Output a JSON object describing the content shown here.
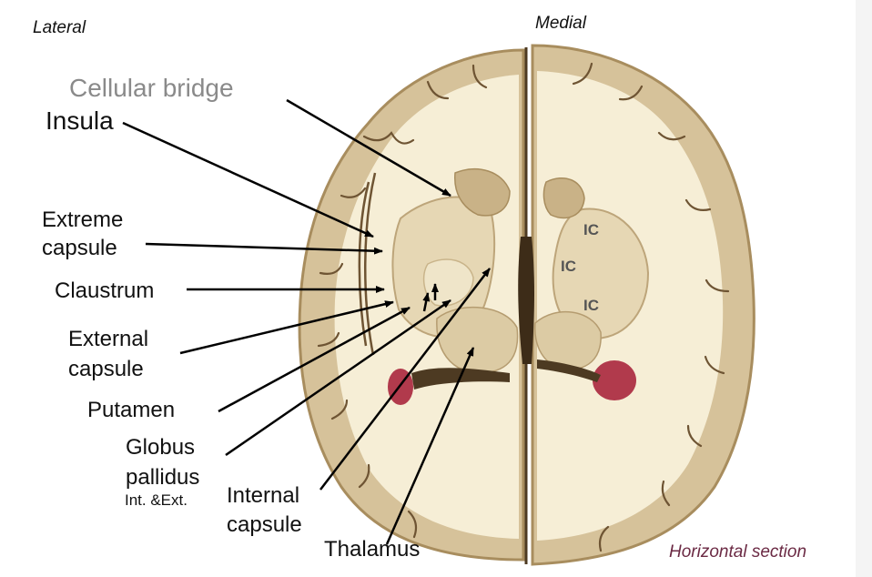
{
  "orientation": {
    "lateral": "Lateral",
    "medial": "Medial"
  },
  "section_label": "Horizontal section",
  "labels": {
    "cellular_bridge": "Cellular bridge",
    "insula": "Insula",
    "extreme_capsule_1": "Extreme",
    "extreme_capsule_2": "capsule",
    "claustrum": "Claustrum",
    "external_capsule_1": "External",
    "external_capsule_2": "capsule",
    "putamen": "Putamen",
    "globus_pallidus_1": "Globus",
    "globus_pallidus_2": "pallidus",
    "globus_pallidus_3": "Int. &Ext.",
    "internal_capsule_1": "Internal",
    "internal_capsule_2": "capsule",
    "thalamus": "Thalamus"
  },
  "ic_marks": [
    "IC",
    "IC",
    "IC"
  ],
  "colors": {
    "gray_matter": "#d6c29a",
    "white_matter": "#f6eed6",
    "sulci": "#6e5433",
    "lesion": "#b13a4c",
    "arrow": "#000000",
    "label_grey": "#8a8a8a",
    "section_label": "#6b2a44"
  }
}
